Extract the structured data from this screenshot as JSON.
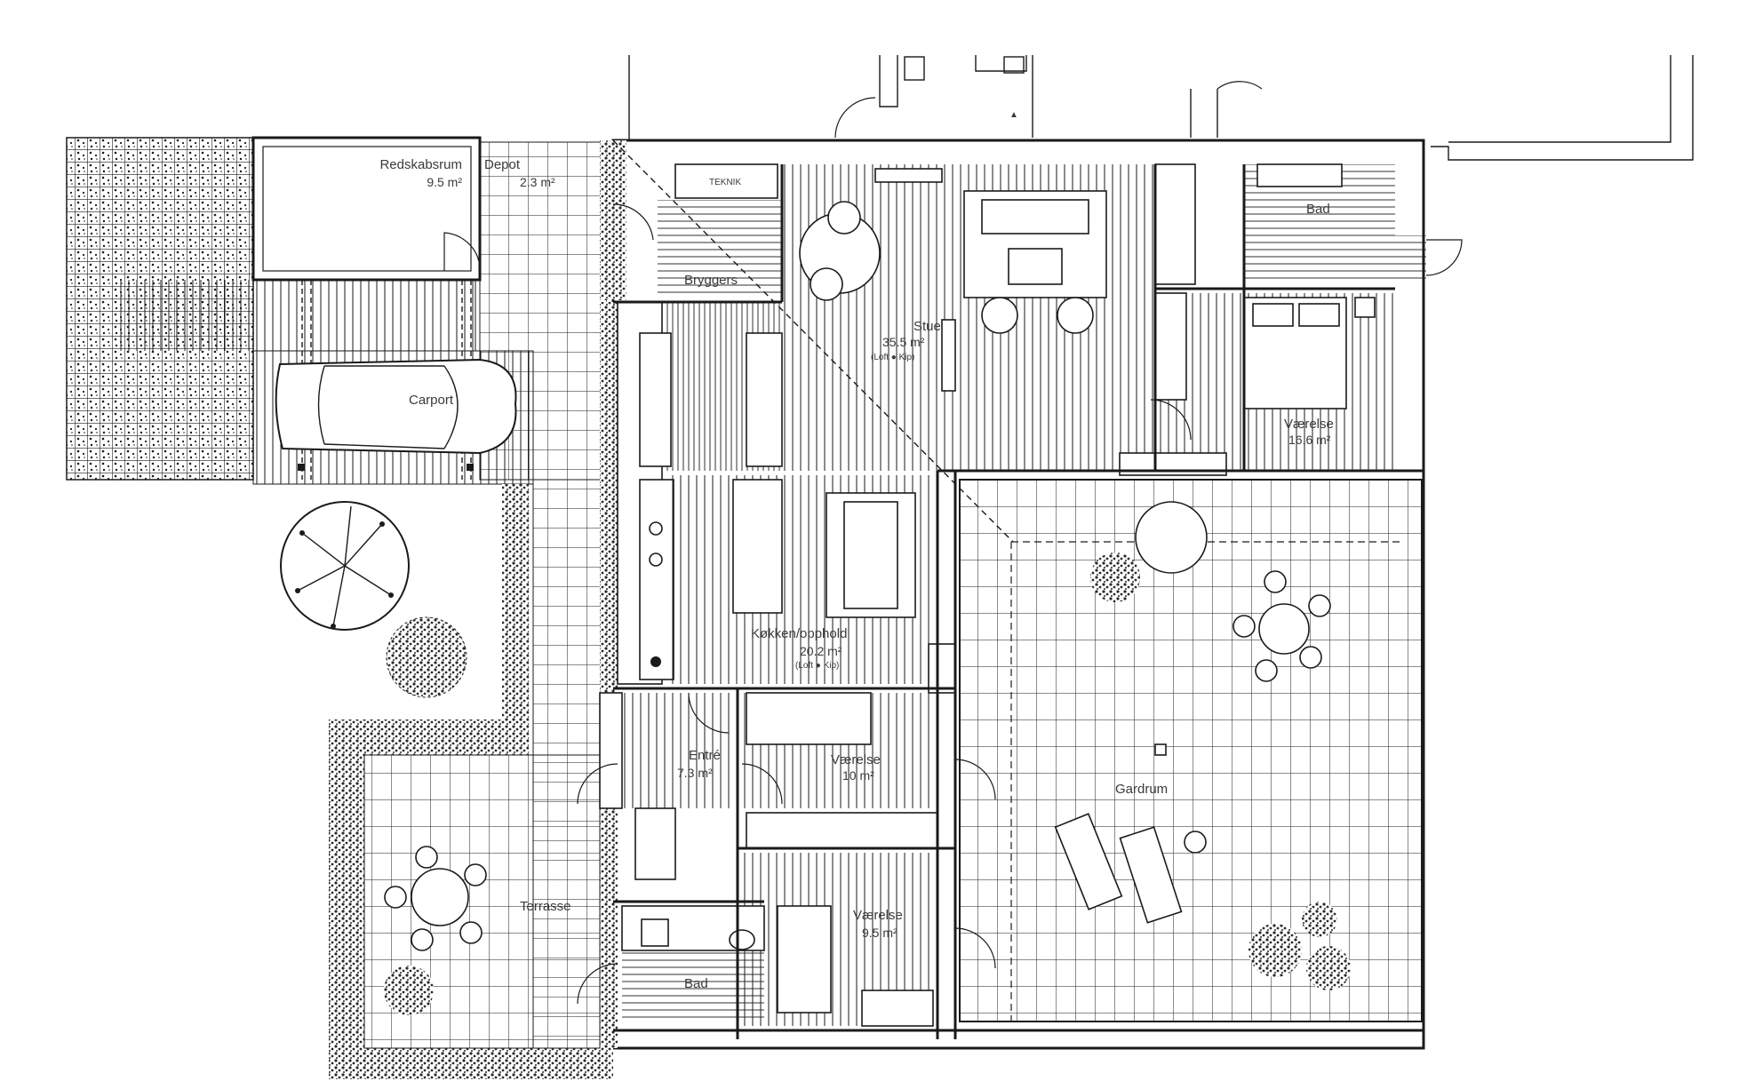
{
  "plan": {
    "rooms": {
      "redskabsrum": {
        "name": "Redskabsrum",
        "area": "9.5 m²"
      },
      "depot": {
        "name": "Depot",
        "area": "2.3 m²"
      },
      "teknik": {
        "name": "TEKNIK"
      },
      "bryggers": {
        "name": "Bryggers"
      },
      "stue": {
        "name": "Stue",
        "area": "35.5 m²",
        "note": "(Loft ● Kip)"
      },
      "bad1": {
        "name": "Bad"
      },
      "vaerelse1": {
        "name": "Værelse",
        "area": "16.6 m²"
      },
      "carport": {
        "name": "Carport"
      },
      "koekken": {
        "name": "Køkken/opphold",
        "area": "20.2 m²",
        "note": "(Loft ● Kip)"
      },
      "entre": {
        "name": "Entré",
        "area": "7.3 m²"
      },
      "vaerelse2": {
        "name": "Værelse",
        "area": "10 m²"
      },
      "gardrum": {
        "name": "Gardrum"
      },
      "terrasse": {
        "name": "Terrasse"
      },
      "vaerelse3": {
        "name": "Værelse",
        "area": "9.5 m²"
      },
      "bad2": {
        "name": "Bad"
      }
    },
    "colors": {
      "line": "#1a1a1a",
      "text": "#3a3a3a",
      "hedge": "#2a2a2a"
    }
  }
}
